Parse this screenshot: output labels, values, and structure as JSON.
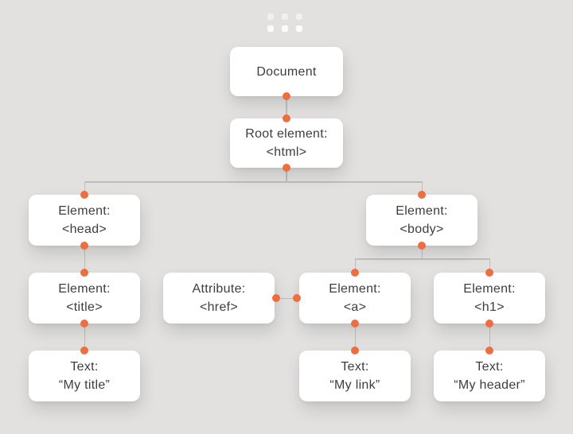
{
  "colors": {
    "accent": "#ed6e41",
    "background": "#e2e1e0",
    "node_bg": "#ffffff",
    "line": "#bdbdbc",
    "text": "#3d3d3d"
  },
  "decoration": {
    "icon": "dots-grid",
    "rows": 2,
    "cols": 3
  },
  "nodes": {
    "document": {
      "line1": "Document"
    },
    "root": {
      "line1": "Root element:",
      "line2": "<html>"
    },
    "head": {
      "line1": "Element:",
      "line2": "<head>"
    },
    "body": {
      "line1": "Element:",
      "line2": "<body>"
    },
    "title": {
      "line1": "Element:",
      "line2": "<title>"
    },
    "href": {
      "line1": "Attribute:",
      "line2": "<href>"
    },
    "a": {
      "line1": "Element:",
      "line2": "<a>"
    },
    "h1": {
      "line1": "Element:",
      "line2": "<h1>"
    },
    "my_title": {
      "line1": "Text:",
      "line2": "“My title”"
    },
    "my_link": {
      "line1": "Text:",
      "line2": "“My link”"
    },
    "my_header": {
      "line1": "Text:",
      "line2": "“My header”"
    }
  },
  "edges": [
    {
      "from": "document",
      "to": "root",
      "relation": "child"
    },
    {
      "from": "root",
      "to": "head",
      "relation": "child"
    },
    {
      "from": "root",
      "to": "body",
      "relation": "child"
    },
    {
      "from": "head",
      "to": "title",
      "relation": "child"
    },
    {
      "from": "title",
      "to": "my_title",
      "relation": "child"
    },
    {
      "from": "body",
      "to": "a",
      "relation": "child"
    },
    {
      "from": "body",
      "to": "h1",
      "relation": "child"
    },
    {
      "from": "href",
      "to": "a",
      "relation": "attribute-of"
    },
    {
      "from": "a",
      "to": "my_link",
      "relation": "child"
    },
    {
      "from": "h1",
      "to": "my_header",
      "relation": "child"
    }
  ]
}
